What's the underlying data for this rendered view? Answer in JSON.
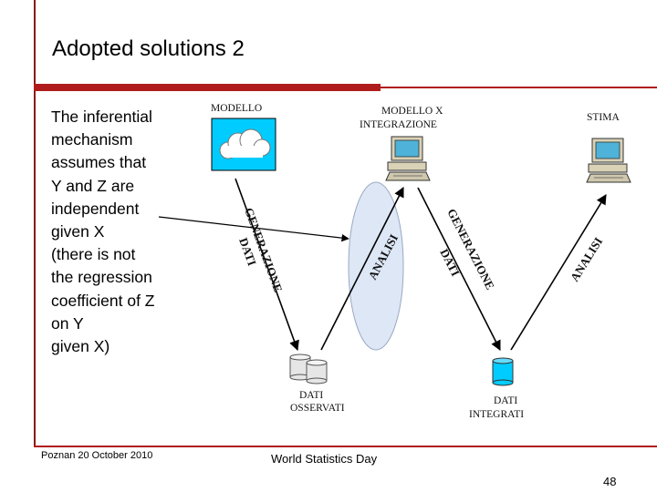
{
  "slide": {
    "title": "Adopted solutions 2",
    "body_lines": [
      "The inferential",
      "mechanism",
      "assumes that",
      "Y and Z are",
      "independent",
      "given X",
      "(there is not",
      "the regression",
      "coefficient of Z",
      "on Y",
      "given X)"
    ],
    "footer_left": "Poznan 20 October 2010",
    "footer_center": "World Statistics Day",
    "page_number": "48"
  },
  "diagram": {
    "node_modello": "MODELLO",
    "node_integrazione_1": "MODELLO X",
    "node_integrazione_2": "INTEGRAZIONE",
    "node_stima": "STIMA",
    "label_generazione": "GENERAZIONE",
    "label_dati": "DATI",
    "label_analisi": "ANALISI",
    "data_osservati_1": "DATI",
    "data_osservati_2": "OSSERVATI",
    "data_integrati_1": "DATI",
    "data_integrati_2": "INTEGRATI"
  },
  "colors": {
    "accent": "#b01c1c",
    "cloud_box": "#00ccff",
    "ellipse_fill": "#dde7f6",
    "cylinder": "#00ccff"
  }
}
